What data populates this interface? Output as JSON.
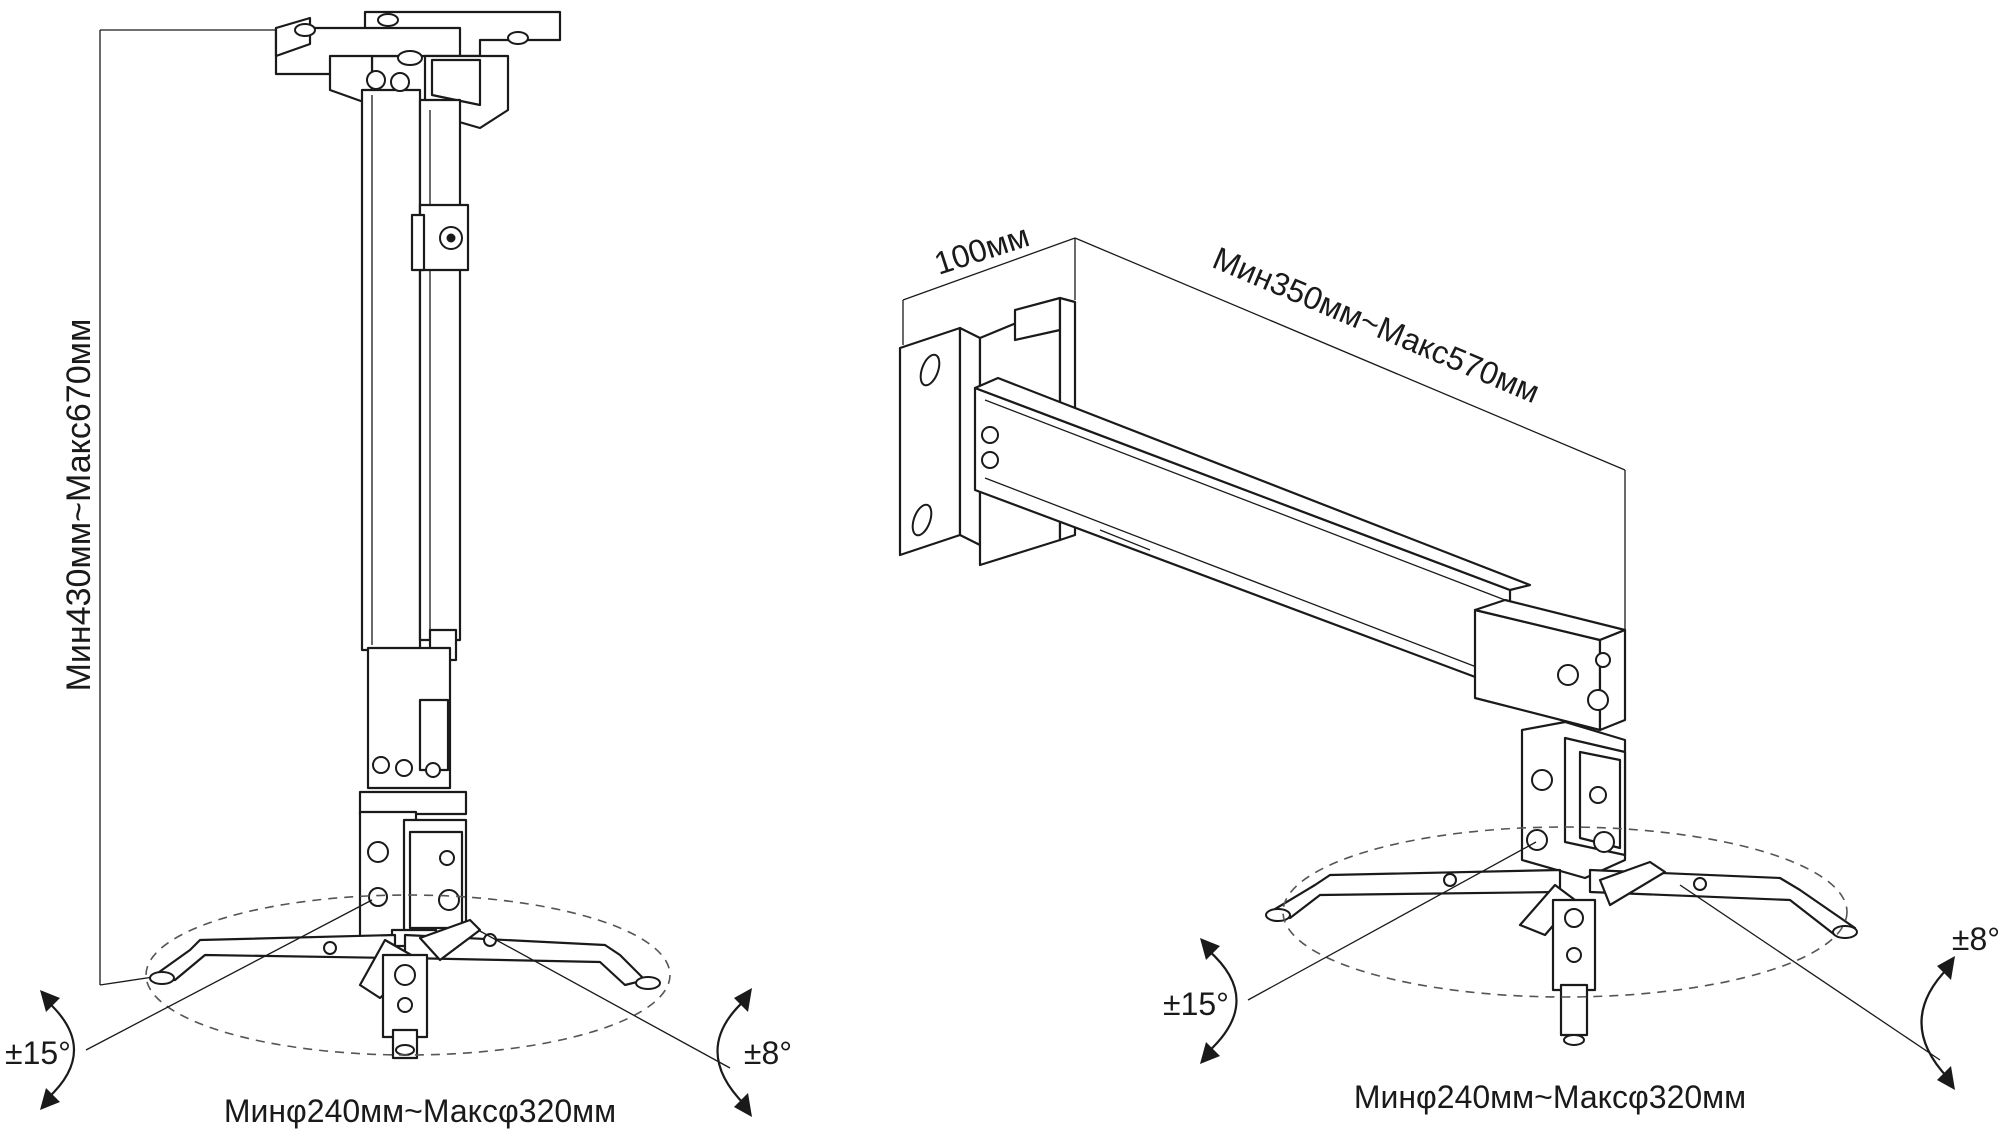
{
  "ceiling_mount": {
    "height_label": "Мин430мм~Макс670мм",
    "diameter_label": "Минφ240мм~Максφ320мм",
    "tilt_label": "±15°",
    "swivel_label": "±8°"
  },
  "wall_mount": {
    "depth_label": "100мм",
    "extension_label": "Мин350мм~Макс570мм",
    "diameter_label": "Минφ240мм~Максφ320мм",
    "tilt_label": "±15°",
    "swivel_label": "±8°"
  },
  "colors": {
    "line": "#1a1a1a",
    "background": "#ffffff"
  }
}
